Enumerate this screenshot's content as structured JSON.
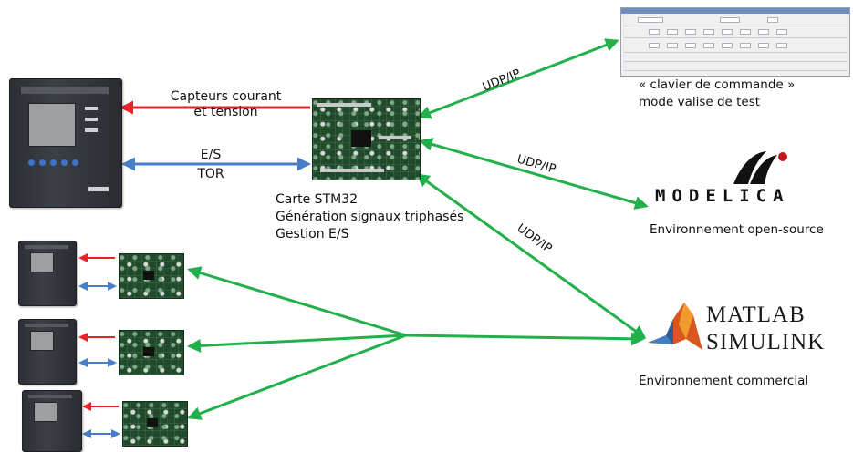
{
  "colors": {
    "red_arrow": "#e8242b",
    "blue_arrow": "#4a7dc8",
    "green_arrow": "#22b04b"
  },
  "icons": {
    "relay": "protection-relay-device",
    "board": "stm32-board",
    "screenshot": "control-panel-window",
    "modelica": "modelica-logo",
    "matlab": "matlab-simulink-logo"
  },
  "labels": {
    "sensors_line1": "Capteurs courant",
    "sensors_line2": "et tension",
    "io_line1": "E/S",
    "io_line2": "TOR",
    "board_line1": "Carte STM32",
    "board_line2": "Génération signaux triphasés",
    "board_line3": "Gestion E/S",
    "udp1": "UDP/IP",
    "udp2": "UDP/IP",
    "udp3": "UDP/IP",
    "keyboard_line1": "« clavier de commande »",
    "keyboard_line2": "mode valise de test",
    "modelica_brand": "MODELICA",
    "modelica_caption": "Environnement open-source",
    "matlab_brand1": "MATLAB",
    "matlab_brand2": "SIMULINK",
    "matlab_caption": "Environnement commercial"
  }
}
